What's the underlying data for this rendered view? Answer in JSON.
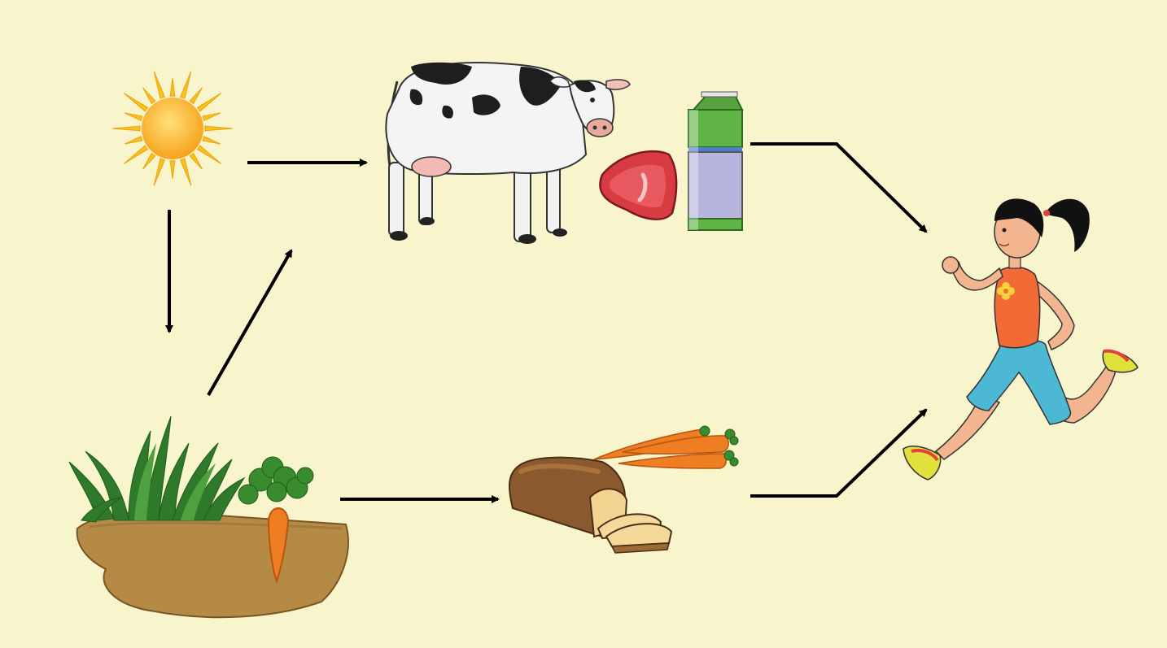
{
  "diagram": {
    "background_color": "#f8f4cc",
    "arrow_color": "#000000",
    "nodes": [
      {
        "id": "sun",
        "icon": "sun-icon"
      },
      {
        "id": "plants",
        "icon": "grass-and-carrot-in-soil-icon"
      },
      {
        "id": "cow",
        "icon": "cow-icon"
      },
      {
        "id": "meat",
        "icon": "meat-steak-icon"
      },
      {
        "id": "milk",
        "icon": "milk-carton-icon"
      },
      {
        "id": "bread",
        "icon": "bread-loaf-icon"
      },
      {
        "id": "carrots",
        "icon": "carrots-icon"
      },
      {
        "id": "girl",
        "icon": "running-girl-icon"
      }
    ],
    "edges": [
      {
        "from": "sun",
        "to": "cow"
      },
      {
        "from": "sun",
        "to": "plants"
      },
      {
        "from": "plants",
        "to": "cow"
      },
      {
        "from": "plants",
        "to": "bread-and-carrots"
      },
      {
        "from": "milk-and-meat",
        "to": "girl"
      },
      {
        "from": "bread-and-carrots",
        "to": "girl"
      }
    ]
  }
}
